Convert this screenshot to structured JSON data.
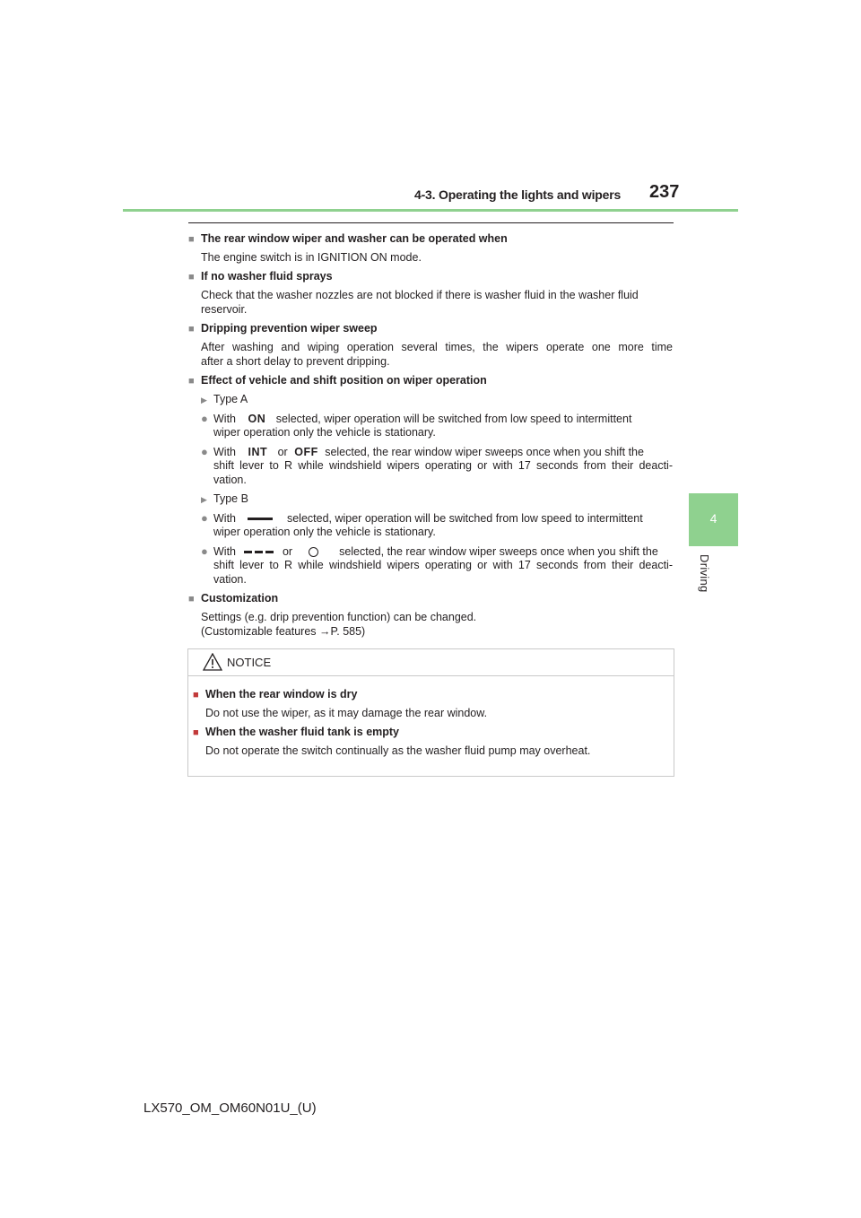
{
  "header": {
    "section_title": "4-3. Operating the lights and wipers",
    "page_number": "237"
  },
  "side_tab": {
    "chapter_number": "4",
    "chapter_label": "Driving"
  },
  "sections": {
    "rear_wiper": {
      "heading": "The rear window wiper and washer can be operated when",
      "body": "The engine switch is in IGNITION ON mode."
    },
    "no_fluid": {
      "heading": "If no washer fluid sprays",
      "body_line1": "Check that the washer nozzles are not blocked if there is washer fluid in the washer fluid",
      "body_line2": "reservoir."
    },
    "drip": {
      "heading": "Dripping prevention wiper sweep",
      "body_line1": "After washing and wiping operation several times, the wipers operate one more time",
      "body_line2": "after a short delay to prevent dripping."
    },
    "effect": {
      "heading": "Effect of vehicle and shift position on wiper operation",
      "type_a": "Type A",
      "a1_with": "With",
      "a1_icon": "ON",
      "a1_rest": "selected, wiper operation will be switched from low speed to intermittent",
      "a1_line2": "wiper operation only the vehicle is stationary.",
      "a2_with": "With",
      "a2_icon1": "INT",
      "a2_or": "or",
      "a2_icon2": "OFF",
      "a2_rest": "selected, the rear window wiper sweeps once when you shift the",
      "a2_line2": "shift lever to R while windshield wipers operating or with 17 seconds from their deacti-",
      "a2_line3": "vation.",
      "type_b": "Type B",
      "b1_with": "With",
      "b1_rest": "selected, wiper operation will be switched from low speed to intermittent",
      "b1_line2": "wiper operation only the vehicle is stationary.",
      "b2_with": "With",
      "b2_or": "or",
      "b2_rest": "selected, the rear window wiper sweeps once when you shift the",
      "b2_line2": "shift lever to R while windshield wipers operating or with 17 seconds from their deacti-",
      "b2_line3": "vation."
    },
    "custom": {
      "heading": "Customization",
      "body_line1": "Settings (e.g. drip prevention function) can be changed.",
      "body_line2_prefix": "(Customizable features ",
      "body_line2_ref": "P. 585",
      "body_line2_suffix": ")"
    }
  },
  "notice": {
    "title": "NOTICE",
    "item1_heading": "When the rear window is dry",
    "item1_body": "Do not use the wiper, as it may damage the rear window.",
    "item2_heading": "When the washer fluid tank is empty",
    "item2_body": "Do not operate the switch continually as the washer fluid pump may overheat."
  },
  "footer": {
    "doc_code": "LX570_OM_OM60N01U_(U)"
  },
  "colors": {
    "accent_green": "#8fd18f",
    "bullet_gray": "#8a8a8a",
    "text": "#231f20",
    "box_border": "#c9c9c9"
  }
}
